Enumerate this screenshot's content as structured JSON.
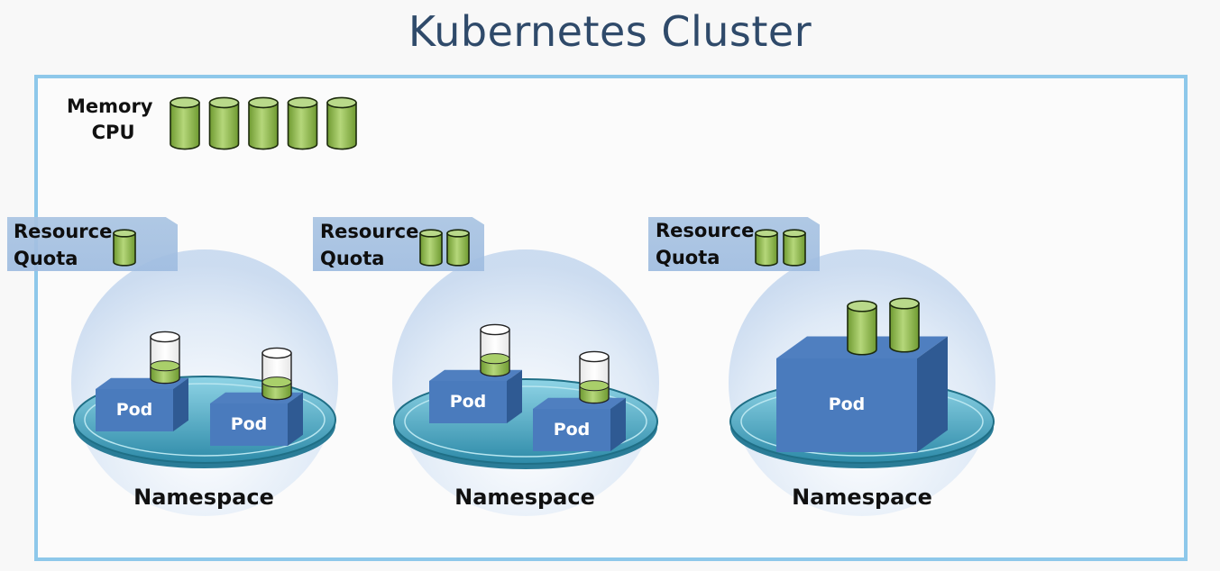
{
  "title": "Kubernetes Cluster",
  "cluster_resources": {
    "line1": "Memory",
    "line2": "CPU",
    "units": 5
  },
  "namespaces": [
    {
      "label": "Namespace",
      "quota": {
        "line1": "Resource",
        "line2": "Quota",
        "units": 1
      },
      "pods": [
        {
          "label": "Pod"
        },
        {
          "label": "Pod"
        }
      ]
    },
    {
      "label": "Namespace",
      "quota": {
        "line1": "Resource",
        "line2": "Quota",
        "units": 2
      },
      "pods": [
        {
          "label": "Pod"
        },
        {
          "label": "Pod"
        }
      ]
    },
    {
      "label": "Namespace",
      "quota": {
        "line1": "Resource",
        "line2": "Quota",
        "units": 2
      },
      "pods": [
        {
          "label": "Pod"
        }
      ]
    }
  ],
  "colors": {
    "cluster_border": "#8ec8ea",
    "title": "#2f4a6a",
    "cylinder_fill": "#8fbb4c",
    "pod_front": "#4a7bbd",
    "quota_bg": "#a9c4e2",
    "platform": "#3fa1bd"
  }
}
